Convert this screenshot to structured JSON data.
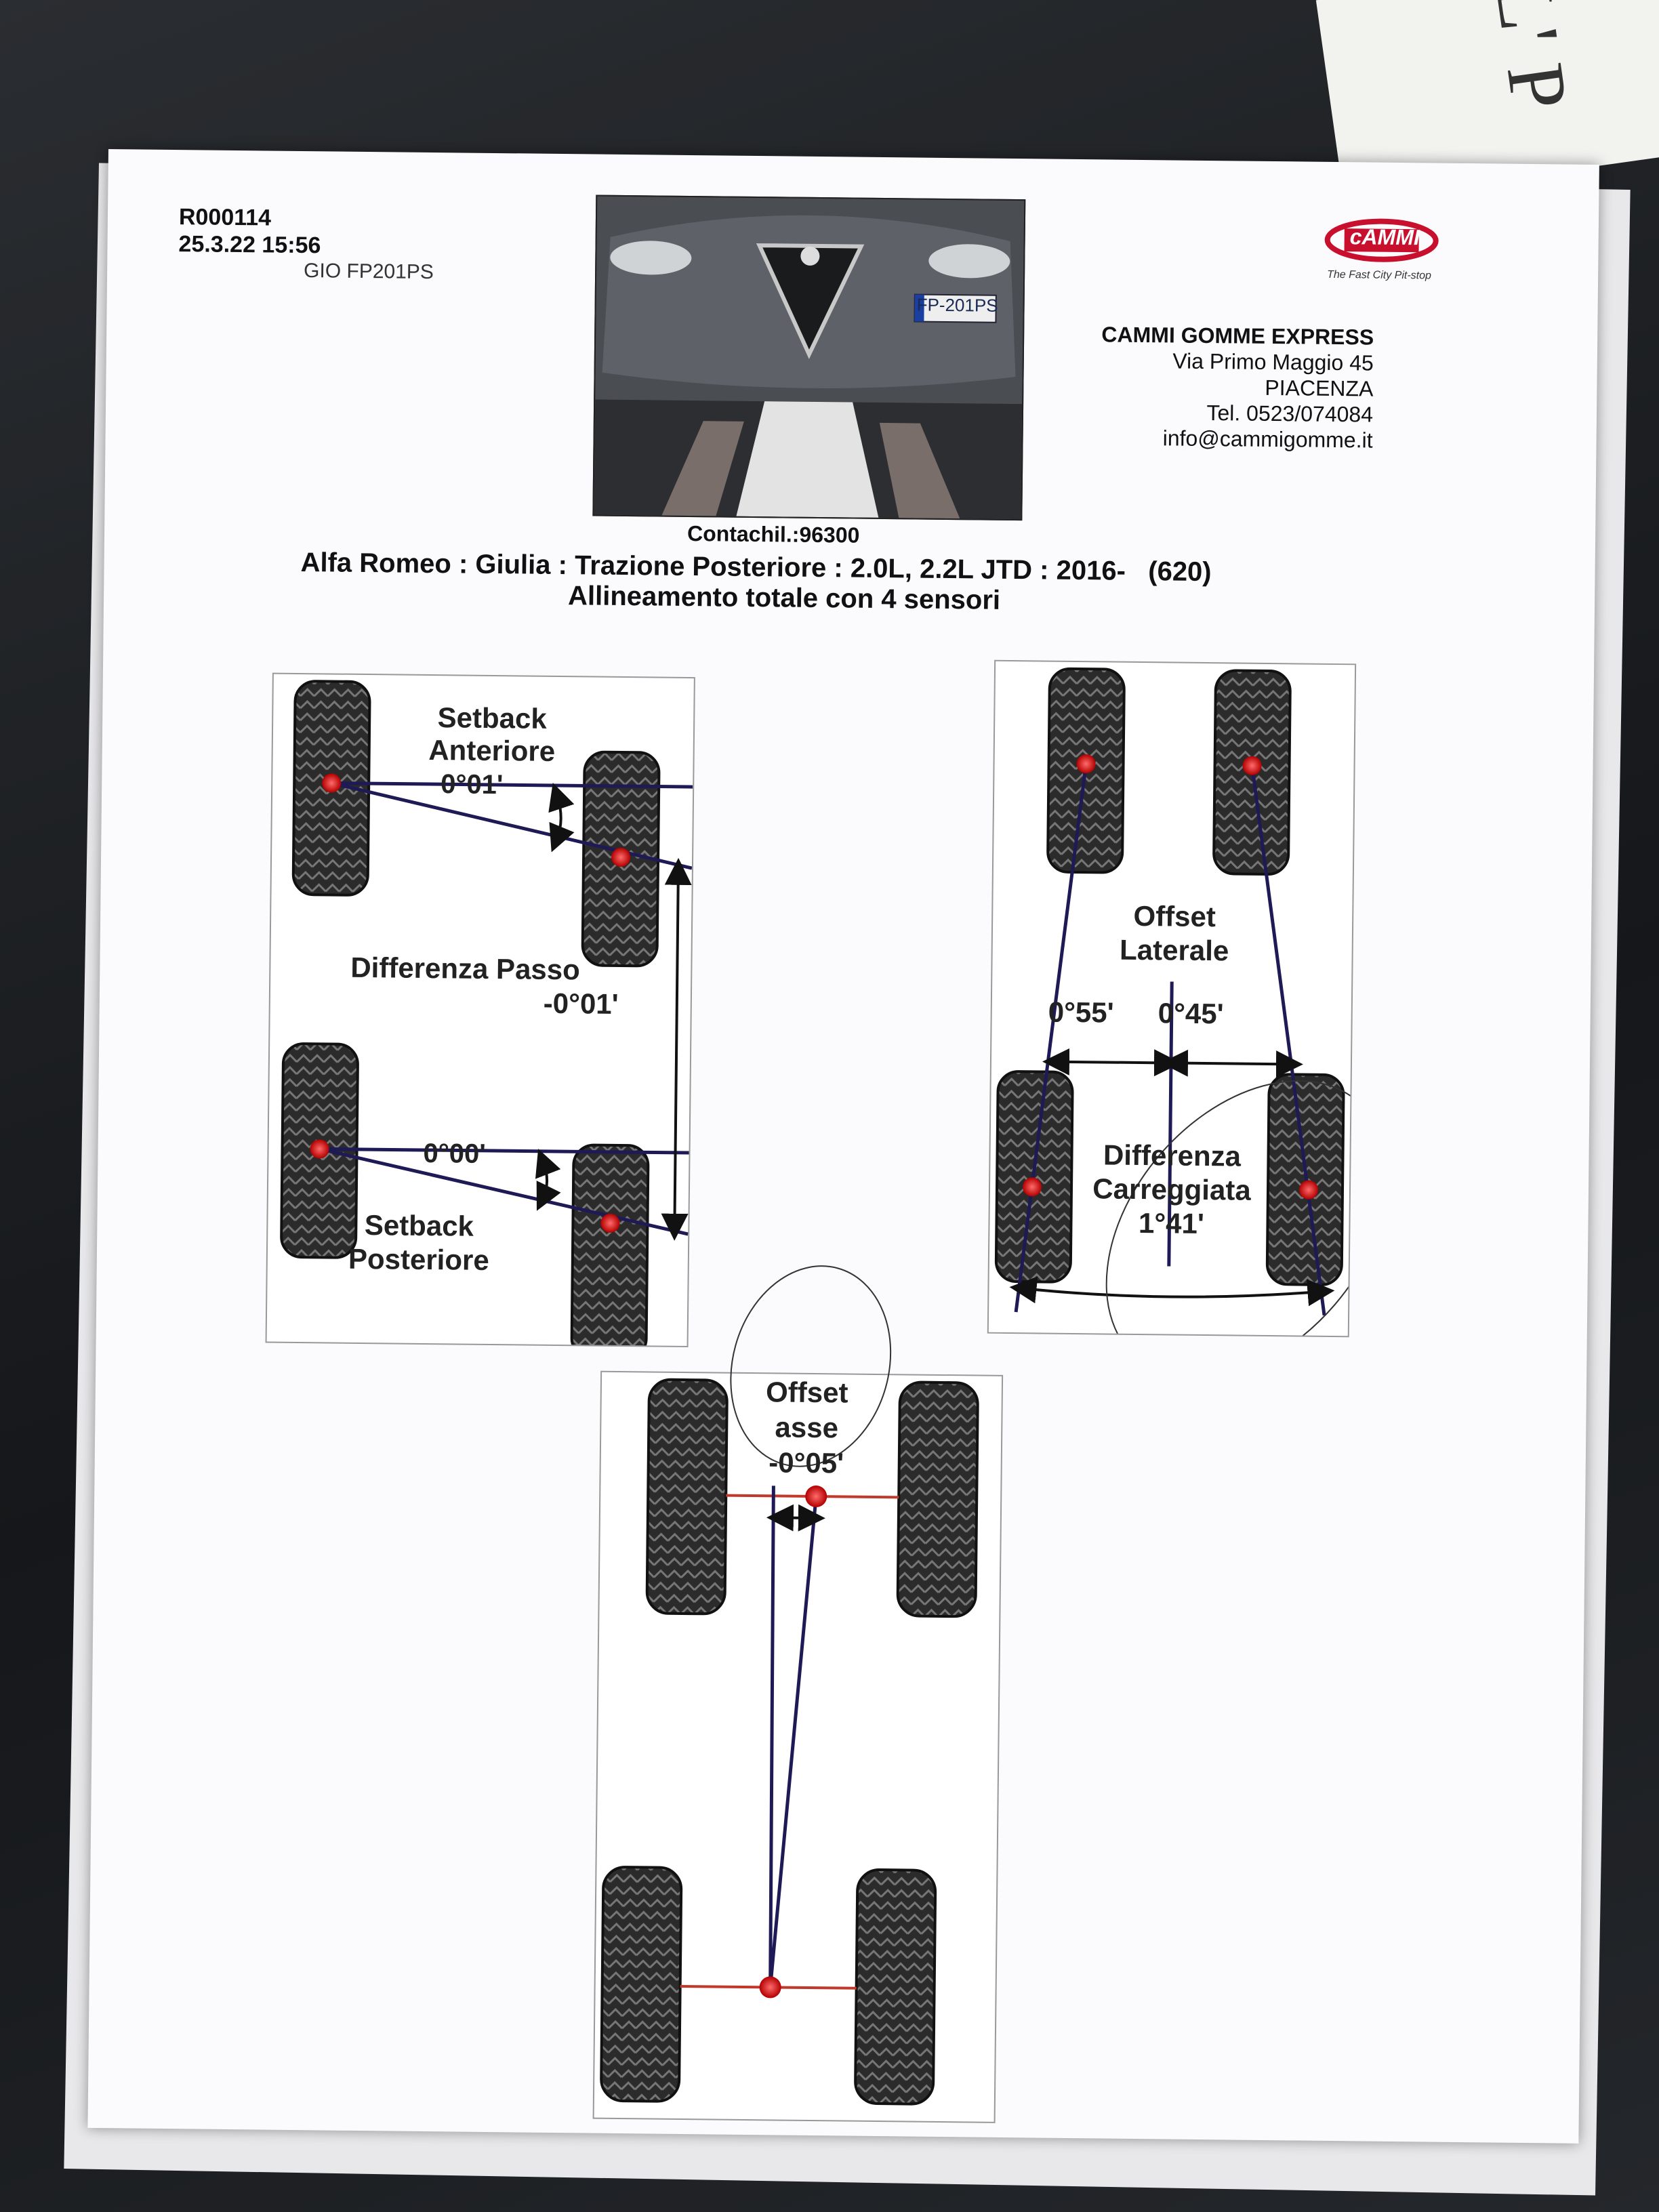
{
  "report": {
    "id": "R000114",
    "datetime": "25.3.22 15:56",
    "operator_plate": "GIO FP201PS"
  },
  "photo": {
    "plate": "FP-201PS"
  },
  "odometer": "Contachil.:96300",
  "company": {
    "logo": "cAMMI",
    "slogan": "The Fast City Pit-stop",
    "name": "CAMMI GOMME EXPRESS",
    "address": "Via Primo Maggio 45",
    "city": "PIACENZA",
    "phone": "Tel. 0523/074084",
    "email": "info@cammigomme.it"
  },
  "vehicle": {
    "title": "Alfa Romeo : Giulia : Trazione Posteriore : 2.0L, 2.2L JTD : 2016-   (620)",
    "subtitle": "Allineamento totale con 4 sensori"
  },
  "diagrams": {
    "setback": {
      "front_title_1": "Setback",
      "front_title_2": "Anteriore",
      "front_value": "0°01'",
      "wheelbase_label": "Differenza Passo",
      "wheelbase_value": "-0°01'",
      "rear_value": "0°00'",
      "rear_title_1": "Setback",
      "rear_title_2": "Posteriore"
    },
    "lateral": {
      "title_1": "Offset",
      "title_2": "Laterale",
      "left_value": "0°55'",
      "right_value": "0°45'",
      "track_label_1": "Differenza",
      "track_label_2": "Carreggiata",
      "track_value": "1°41'"
    },
    "axle": {
      "title_1": "Offset",
      "title_2": "asse",
      "value": "-0°05'"
    }
  }
}
